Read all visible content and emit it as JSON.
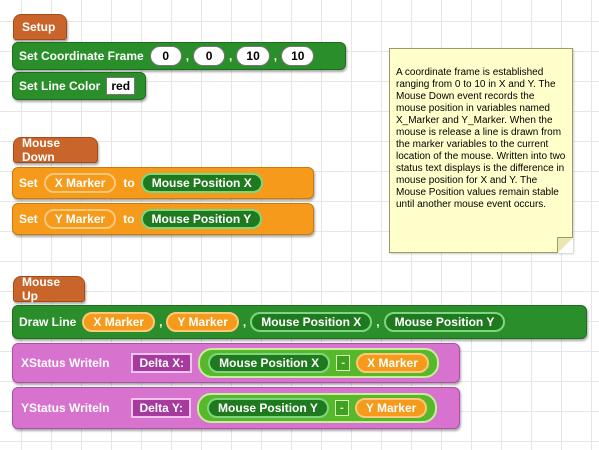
{
  "setup": {
    "hat_label": "Setup",
    "coord_frame": {
      "label": "Set Coordinate Frame",
      "values": [
        "0",
        "0",
        "10",
        "10"
      ],
      "separator": ","
    },
    "line_color": {
      "label": "Set Line Color",
      "value": "red"
    }
  },
  "mouse_down": {
    "hat_label": "Mouse Down",
    "set_blocks": [
      {
        "set_label": "Set",
        "variable": "X Marker",
        "to_label": "to",
        "value": "Mouse Position X"
      },
      {
        "set_label": "Set",
        "variable": "Y Marker",
        "to_label": "to",
        "value": "Mouse Position Y"
      }
    ]
  },
  "mouse_up": {
    "hat_label": "Mouse Up",
    "draw_line": {
      "label": "Draw Line",
      "args": [
        "X Marker",
        "Y Marker",
        "Mouse Position X",
        "Mouse Position Y"
      ],
      "separator": ","
    },
    "xstatus": {
      "label": "XStatus Writeln",
      "text": "Delta X:",
      "left": "Mouse Position X",
      "op": "-",
      "right": "X Marker"
    },
    "ystatus": {
      "label": "YStatus Writeln",
      "text": "Delta Y:",
      "left": "Mouse Position Y",
      "op": "-",
      "right": "Y Marker"
    }
  },
  "note": {
    "text": "A coordinate frame is established ranging from 0 to 10 in X and Y. The Mouse Down event records the mouse position in variables named X_Marker and Y_Marker. When the mouse is release a line is drawn from the marker variables to the current location of the mouse. Written into two status text displays is the difference in mouse position for X and Y. The Mouse Position values remain stable until another mouse event occurs."
  },
  "colors": {
    "hat": "#c9652b",
    "green_block": "#2a8f2a",
    "orange_block": "#f59a1a",
    "pink_block": "#d872cf",
    "expression": "#58b82c",
    "note_background": "#ffffcc"
  }
}
